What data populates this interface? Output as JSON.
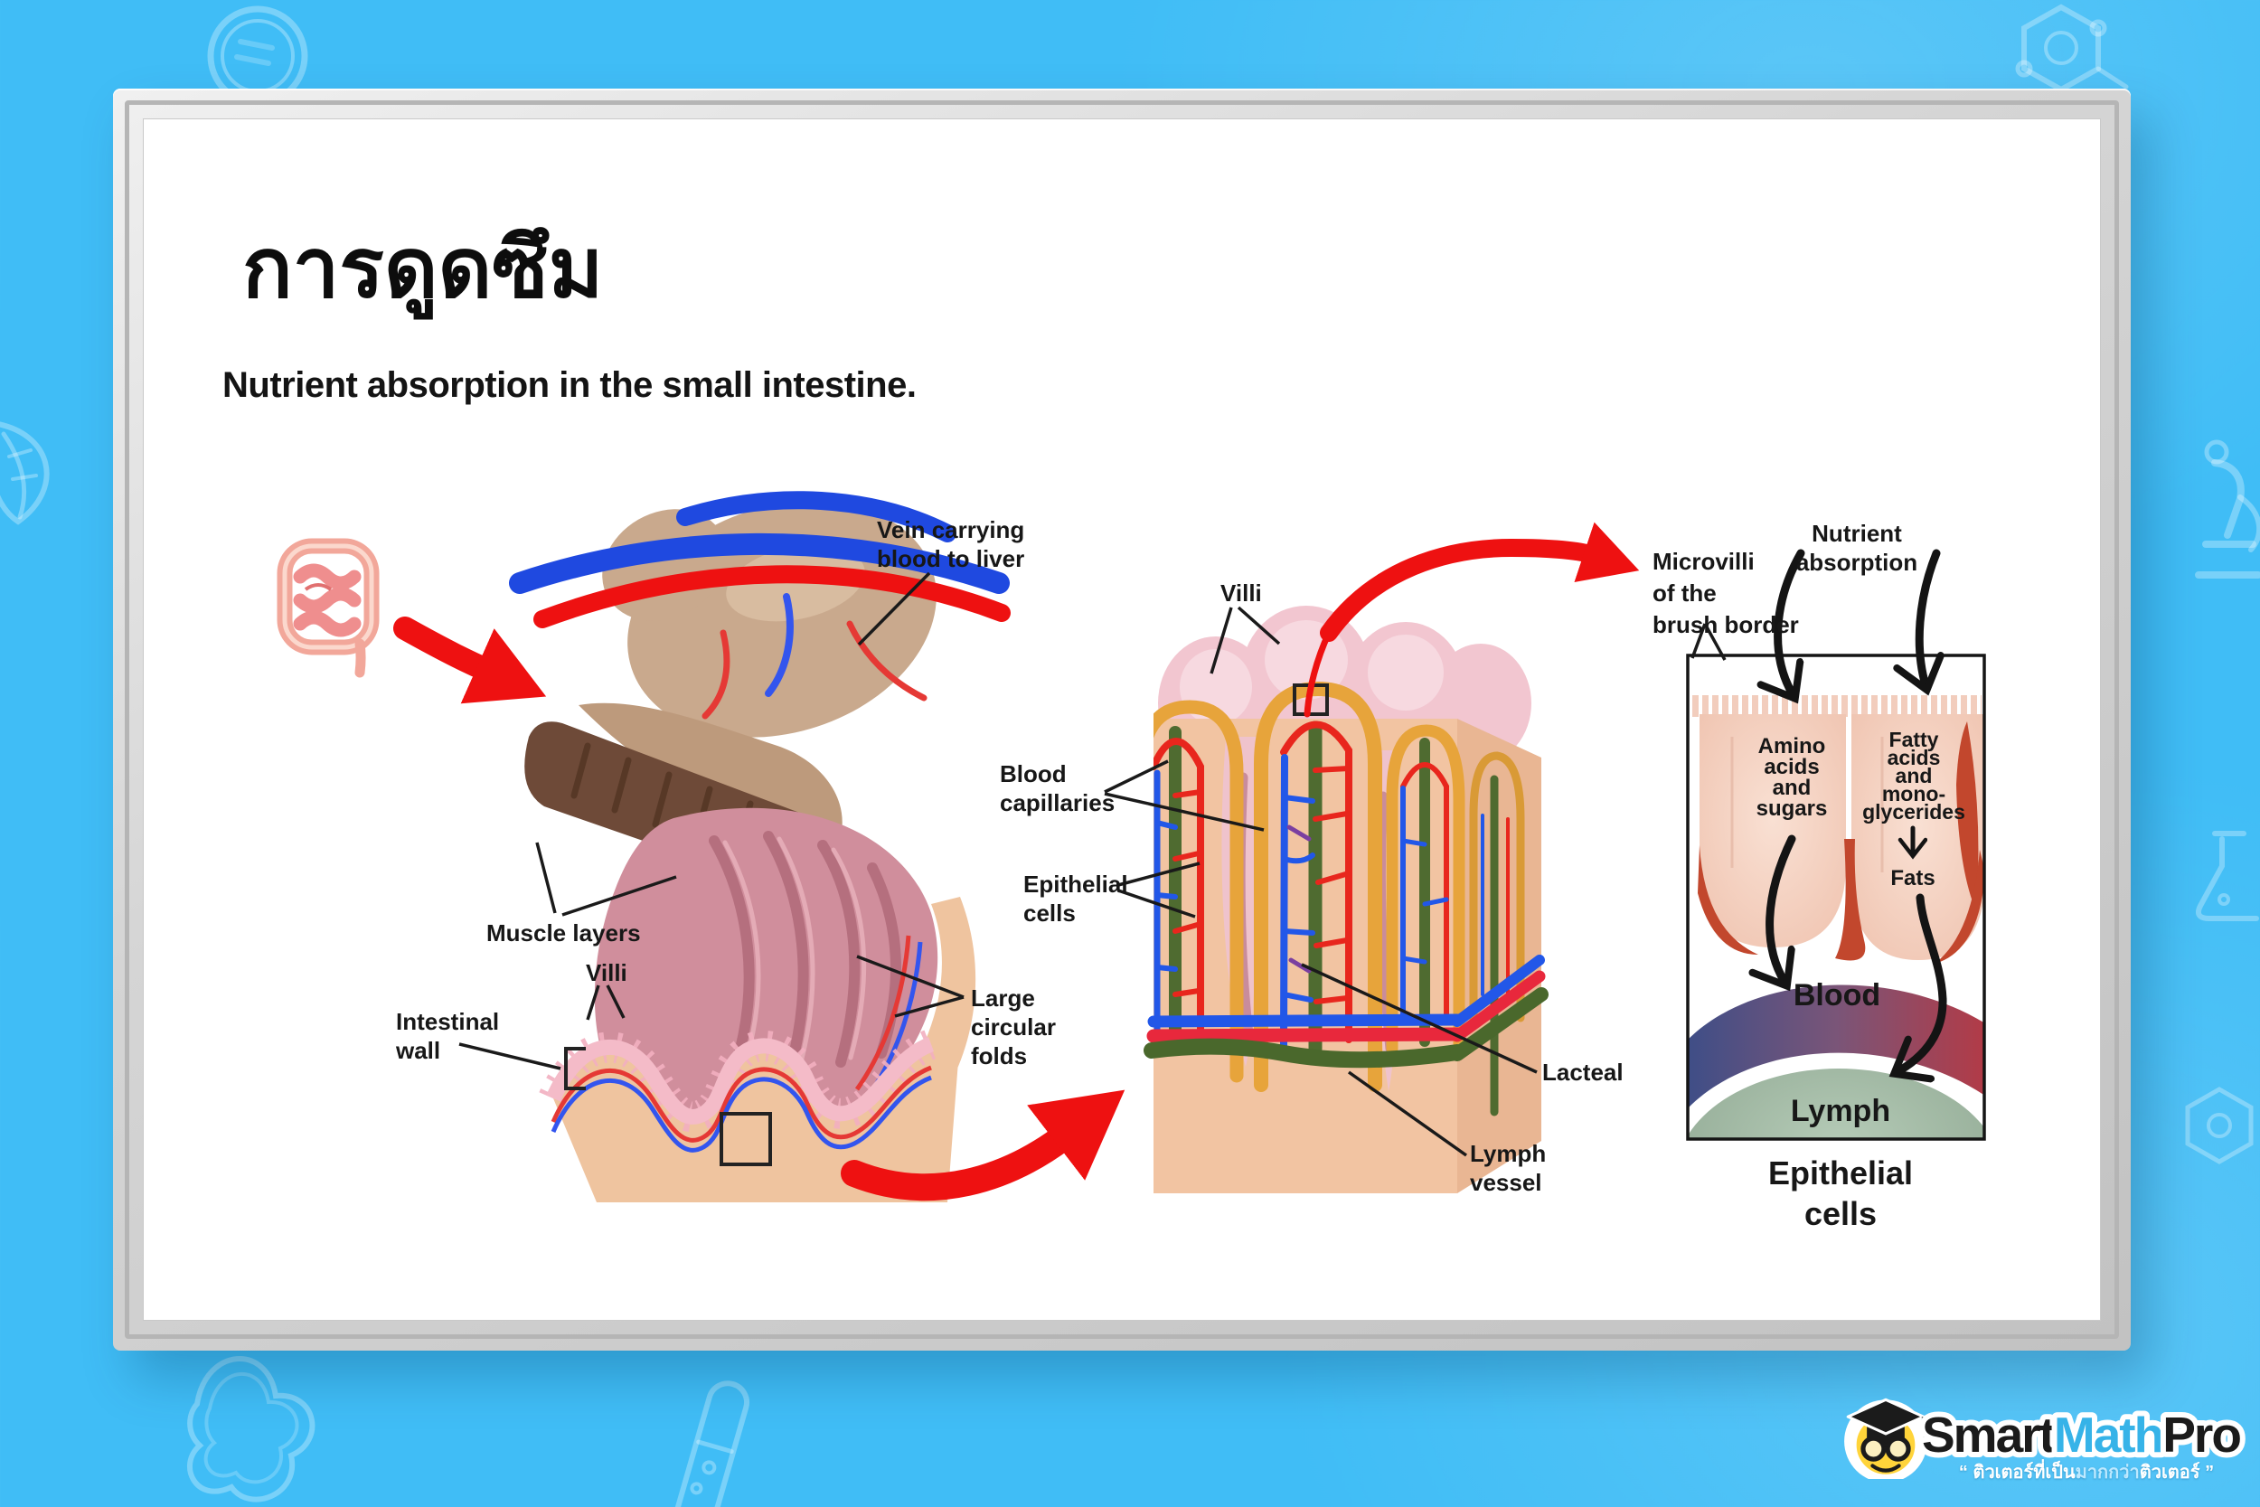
{
  "slide": {
    "title": "การดูดซึม",
    "subtitle": "Nutrient absorption in the small intestine."
  },
  "diagram_labels": {
    "left": {
      "vein": "Vein carrying\nblood to liver",
      "muscle_layers": "Muscle layers",
      "villi": "Villi",
      "intestinal_wall": "Intestinal\nwall",
      "large_circular_folds": "Large\ncircular\nfolds"
    },
    "middle": {
      "villi": "Villi",
      "blood_capillaries": "Blood\ncapillaries",
      "epithelial_cells": "Epithelial\ncells",
      "lacteal": "Lacteal",
      "lymph_vessel": "Lymph\nvessel"
    },
    "right": {
      "microvilli": "Microvilli\nof the\nbrush border",
      "nutrient_absorption": "Nutrient absorption",
      "amino": "Amino\nacids\nand\nsugars",
      "fatty": "Fatty\nacids\nand\nmono-\nglycerides",
      "fats": "Fats",
      "blood": "Blood",
      "lymph": "Lymph",
      "caption": "Epithelial cells"
    }
  },
  "logo": {
    "brand_smart": "Smart",
    "brand_math": "Math",
    "brand_pro": "Pro",
    "tagline_open": "“ ",
    "tagline_pre": "ติวเตอร์ที่เป็น",
    "tagline_highlight": "มากกว่า",
    "tagline_post": "ติวเตอร์",
    "tagline_close": " ”"
  },
  "colors": {
    "background_blue": "#40BDF6",
    "arrow_red": "#EE1111",
    "vessel_blue": "#2257E8",
    "lacteal_green": "#4F6B30",
    "villus_border_orange": "#E7A43B",
    "brand_blue": "#36B3E8"
  }
}
